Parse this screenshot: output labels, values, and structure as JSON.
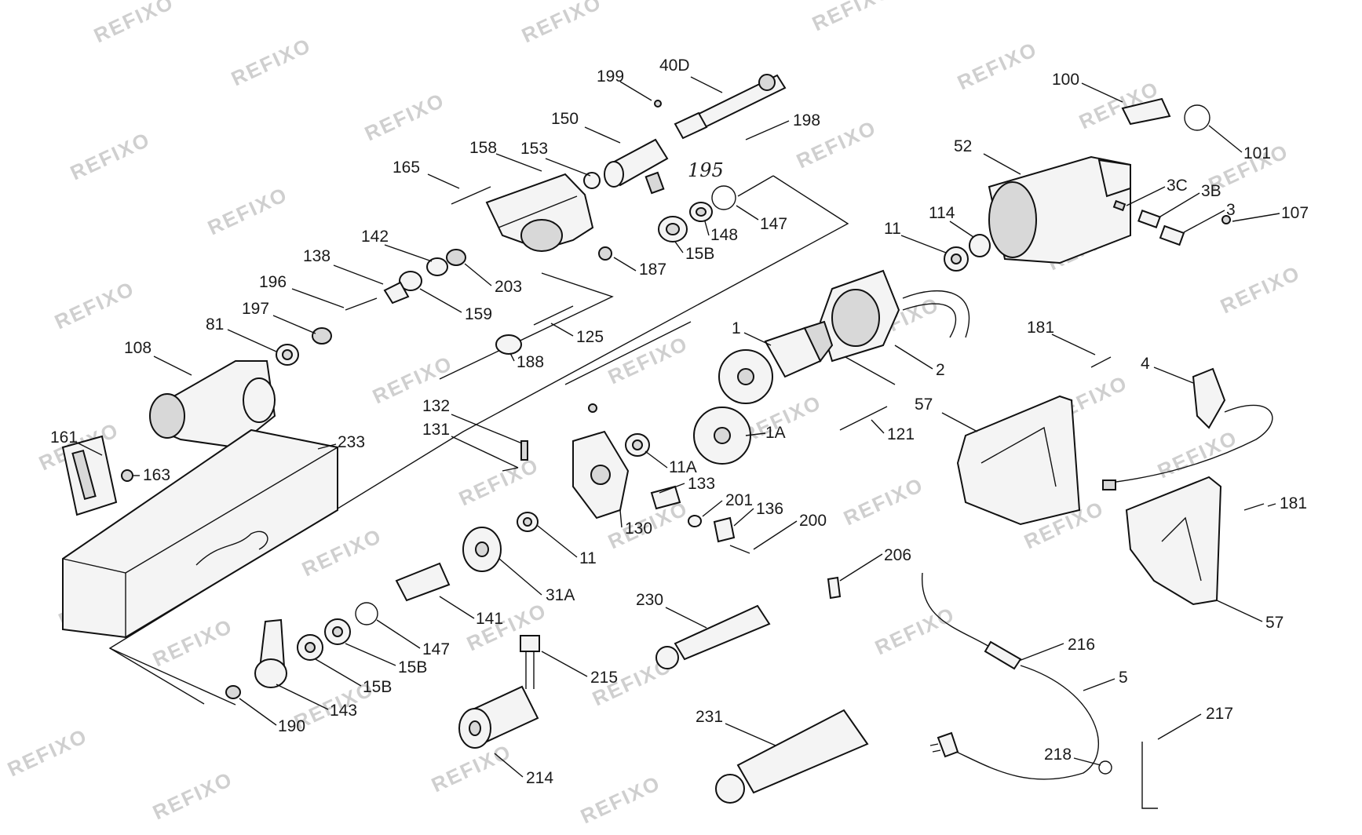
{
  "watermark": "REFIXO",
  "handwritten_note": "195",
  "labels": [
    "199",
    "40D",
    "150",
    "198",
    "158",
    "153",
    "165",
    "147",
    "148",
    "15B",
    "187",
    "142",
    "203",
    "138",
    "159",
    "196",
    "125",
    "197",
    "188",
    "81",
    "108",
    "100",
    "101",
    "52",
    "3C",
    "3B",
    "3",
    "107",
    "114",
    "11",
    "1",
    "2",
    "181",
    "4",
    "121",
    "57",
    "132",
    "131",
    "133",
    "11A",
    "1A",
    "161",
    "163",
    "233",
    "130",
    "201",
    "136",
    "200",
    "181",
    "11",
    "31A",
    "206",
    "57",
    "230",
    "141",
    "147",
    "15B",
    "15B",
    "143",
    "216",
    "5",
    "217",
    "218",
    "190",
    "215",
    "231",
    "214"
  ]
}
